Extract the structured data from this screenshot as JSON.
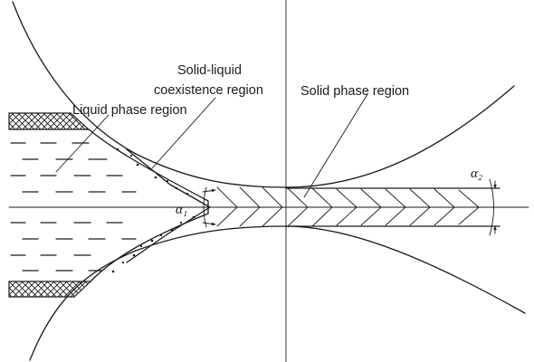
{
  "labels": {
    "liquid": "Liquid phase region",
    "coexist_line1": "Solid-liquid",
    "coexist_line2": "coexistence region",
    "solid": "Solid phase region",
    "alpha1": "α₁",
    "alpha2": "α₂"
  },
  "colors": {
    "ink": "#1a1a1a",
    "background": "#ffffff"
  }
}
